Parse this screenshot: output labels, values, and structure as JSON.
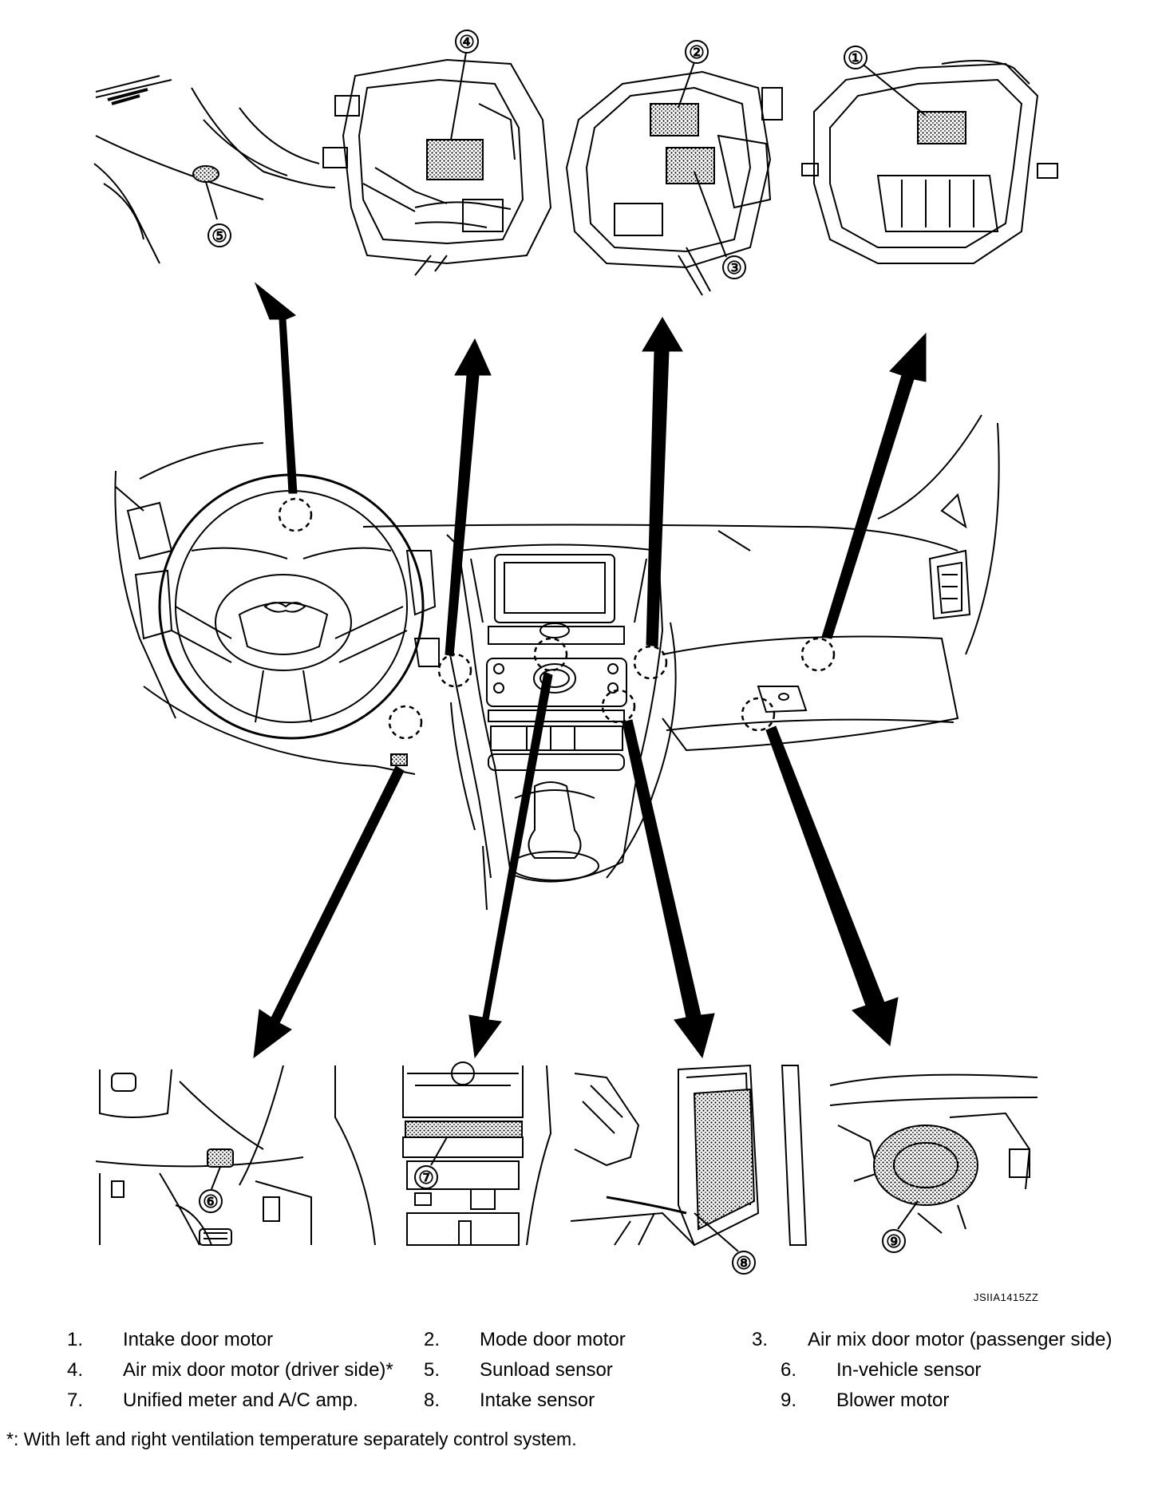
{
  "callouts": [
    "①",
    "②",
    "③",
    "④",
    "⑤",
    "⑥",
    "⑦",
    "⑧",
    "⑨"
  ],
  "image_code": "JSIIA1415ZZ",
  "legend": [
    [
      {
        "num": "1.",
        "label": "Intake door motor"
      },
      {
        "num": "2.",
        "label": "Mode door motor"
      },
      {
        "num": "3.",
        "label": "Air mix door motor (passenger side)"
      }
    ],
    [
      {
        "num": "4.",
        "label": "Air mix door motor (driver side)*"
      },
      {
        "num": "5.",
        "label": "Sunload sensor"
      },
      {
        "num": "6.",
        "label": "In-vehicle sensor"
      }
    ],
    [
      {
        "num": "7.",
        "label": "Unified meter and A/C amp."
      },
      {
        "num": "8.",
        "label": "Intake sensor"
      },
      {
        "num": "9.",
        "label": "Blower motor"
      }
    ]
  ],
  "footnote": "*: With left and right ventilation temperature separately control system."
}
